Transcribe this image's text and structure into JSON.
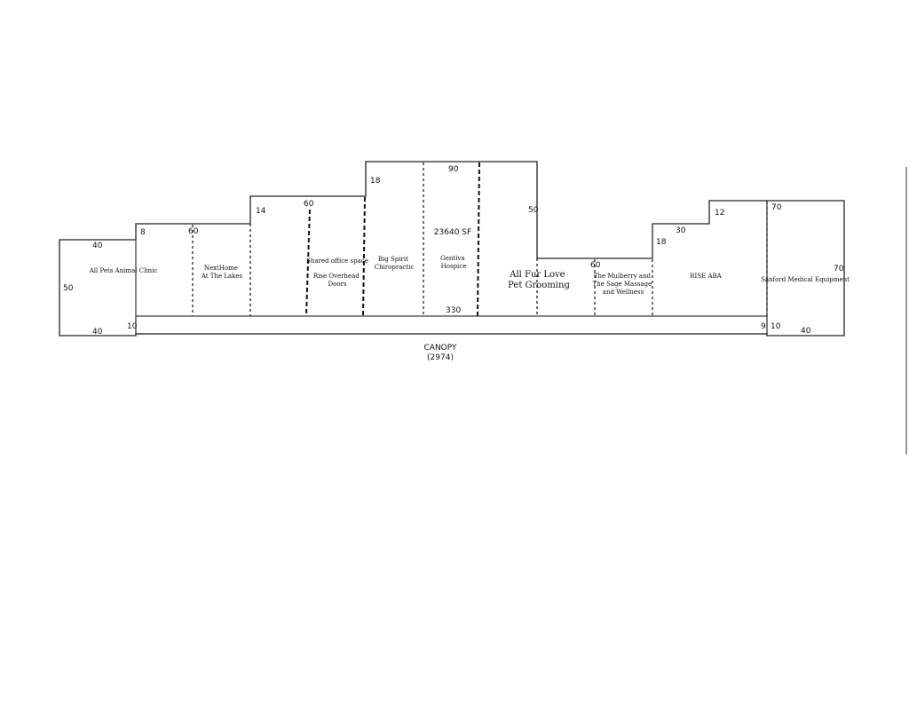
{
  "tenants": [
    {
      "id": "t1",
      "lines": [
        "All Pets Animal Clinic"
      ]
    },
    {
      "id": "t2",
      "lines": [
        "NextHome",
        "At The Lakes"
      ]
    },
    {
      "id": "t3",
      "lines": [
        "Shared office space"
      ]
    },
    {
      "id": "t4",
      "lines": [
        "Rise Overhead",
        "Doors"
      ]
    },
    {
      "id": "t5",
      "lines": [
        "Big Spirit",
        "Chiropractic"
      ]
    },
    {
      "id": "t6",
      "lines": [
        "Gentiva",
        "Hospice"
      ]
    },
    {
      "id": "t7",
      "lines": [
        "All Fur Love",
        "Pet Grooming"
      ]
    },
    {
      "id": "t8",
      "lines": [
        "The Mulberry and",
        "The Sage Massage",
        "and Wellness"
      ]
    },
    {
      "id": "t9",
      "lines": [
        "RISE ABA"
      ]
    },
    {
      "id": "t10",
      "lines": [
        "Sanford Medical Equipment"
      ]
    }
  ],
  "dimensions": [
    "40",
    "8",
    "60",
    "14",
    "60",
    "18",
    "90",
    "50",
    "60",
    "18",
    "30",
    "12",
    "70",
    "70",
    "50",
    "40",
    "10",
    "330",
    "9",
    "10",
    "40"
  ],
  "total_area": "23640 SF",
  "canopy": {
    "label": "CANOPY",
    "sub": "(2974)"
  }
}
